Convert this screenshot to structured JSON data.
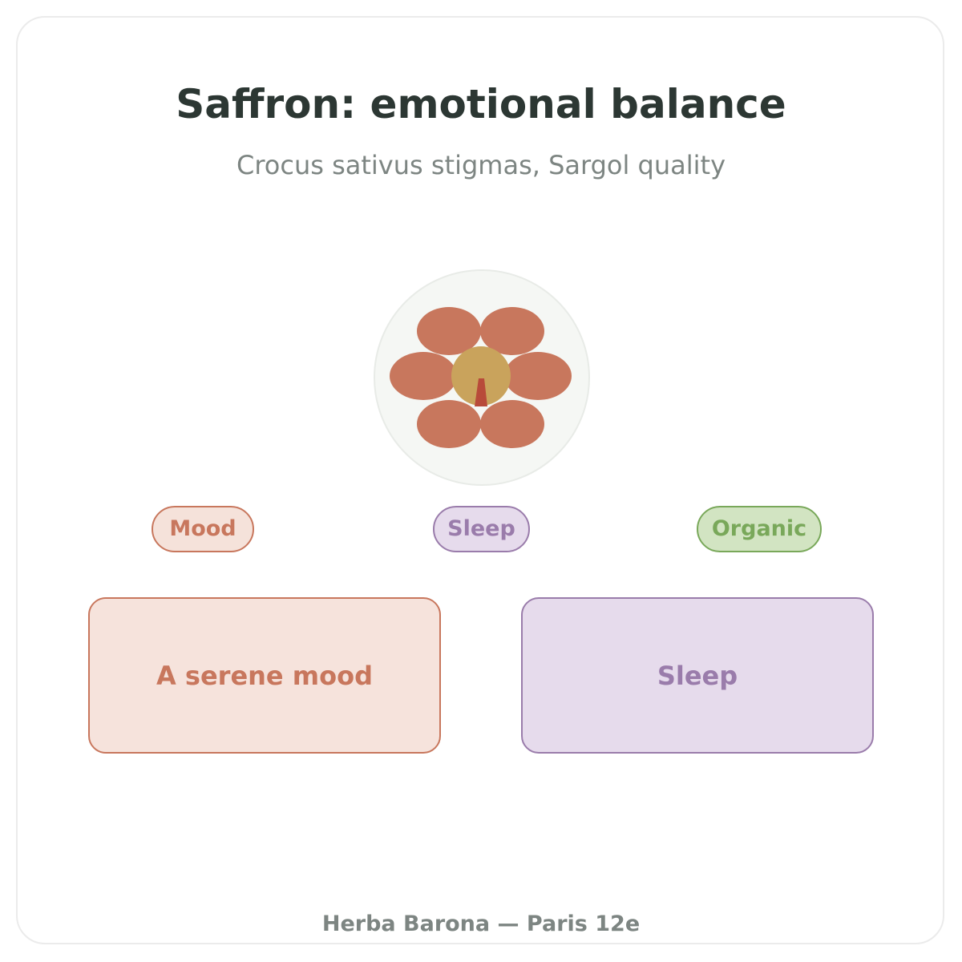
{
  "header": {
    "title": "Saffron: emotional balance",
    "subtitle": "Crocus sativus stigmas, Sargol quality"
  },
  "illustration": {
    "icon": "crocus-flower-icon",
    "colors": {
      "disc_fill": "#f5f7f4",
      "disc_stroke": "#e8ebe7",
      "petal": "#c8775d",
      "center": "#c9a35c",
      "stigma": "#b84a3a"
    }
  },
  "tags": [
    {
      "label": "Mood",
      "color": "#c8775d"
    },
    {
      "label": "Sleep",
      "color": "#9a7cab"
    },
    {
      "label": "Organic",
      "color": "#79a85a"
    }
  ],
  "benefits": [
    {
      "label": "A serene mood",
      "color": "#c8775d"
    },
    {
      "label": "Sleep",
      "color": "#9a7cab"
    }
  ],
  "footer": {
    "text": "Herba Barona — Paris 12e"
  }
}
